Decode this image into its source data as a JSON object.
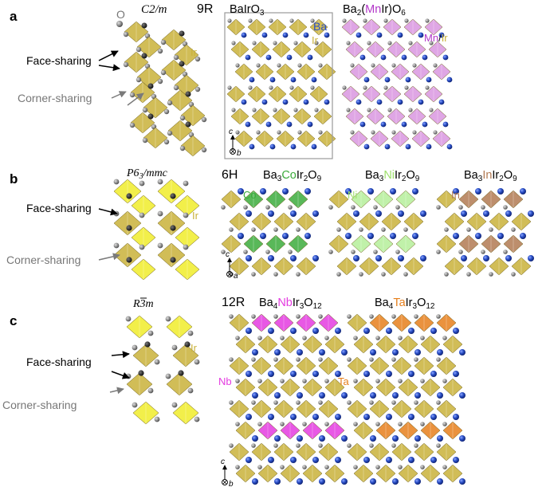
{
  "colors": {
    "ir": "#c9b23a",
    "ir_dark": "#a88f1f",
    "ba": "#2a4fc6",
    "o": "#8d8d8d",
    "mn": "#d996e0",
    "co": "#3cab3c",
    "ni": "#b5ee9a",
    "in": "#b27a52",
    "nb": "#e43be0",
    "ta": "#e67f1c",
    "light_yellow": "#f0ec2a",
    "face_arrow": "#000000",
    "corner_arrow": "#7a7a7a"
  },
  "panel_a": {
    "letter": "a",
    "space_group": "C2/m",
    "o_label": "O",
    "ir_label": "Ir",
    "face_label": "Face-sharing",
    "corner_label": "Corner-sharing",
    "poly_9r": "9R",
    "compound_1": "BaIrO",
    "compound_1_sub": "3",
    "ba_label": "Ba",
    "ir_label_2": "Ir",
    "compound_2_pre": "Ba",
    "compound_2_sub1": "2",
    "compound_2_dopant": "Mn",
    "compound_2_mid": "Ir)O",
    "compound_2_sub2": "6",
    "mn_label": "Mn",
    "slash": "/",
    "ir_label_3": "Ir",
    "axis_c": "c",
    "axis_b": "b"
  },
  "panel_b": {
    "letter": "b",
    "space_group": "P6",
    "space_group_sub": "3",
    "space_group_tail": "/mmc",
    "ir_label": "Ir",
    "face_label": "Face-sharing",
    "corner_label": "Corner-sharing",
    "poly_6h": "6H",
    "c1_pre": "Ba",
    "c1_sub": "3",
    "c1_dopant": "Co",
    "c1_mid": "Ir",
    "c1_sub2": "2",
    "c1_tail": "O",
    "c1_sub3": "9",
    "c2_pre": "Ba",
    "c2_sub": "3",
    "c2_dopant": "Ni",
    "c2_mid": "Ir",
    "c2_sub2": "2",
    "c2_tail": "O",
    "c2_sub3": "9",
    "c3_pre": "Ba",
    "c3_sub": "3",
    "c3_dopant": "In",
    "c3_mid": "Ir",
    "c3_sub2": "2",
    "c3_tail": "O",
    "c3_sub3": "9",
    "co_label": "Co",
    "ni_label": "Ni",
    "in_label": "In",
    "axis_c": "c",
    "axis_a": "a"
  },
  "panel_c": {
    "letter": "c",
    "space_group": "R3m",
    "ir_label": "Ir",
    "face_label": "Face-sharing",
    "corner_label": "Corner-sharing",
    "poly_12r": "12R",
    "c1_pre": "Ba",
    "c1_sub": "4",
    "c1_dopant": "Nb",
    "c1_mid": "Ir",
    "c1_sub2": "3",
    "c1_tail": "O",
    "c1_sub3": "12",
    "c2_pre": "Ba",
    "c2_sub": "4",
    "c2_dopant": "Ta",
    "c2_mid": "Ir",
    "c2_sub2": "3",
    "c2_tail": "O",
    "c2_sub3": "12",
    "nb_label": "Nb",
    "ta_label": "Ta",
    "axis_c": "c",
    "axis_b": "b"
  }
}
